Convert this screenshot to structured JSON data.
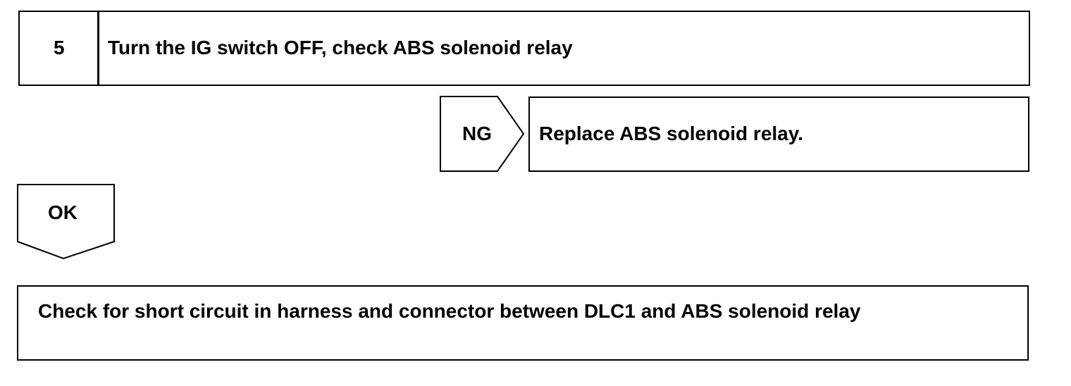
{
  "step": {
    "number": "5",
    "instruction": "Turn the IG switch OFF, check ABS solenoid relay"
  },
  "ng_branch": {
    "label": "NG",
    "action": "Replace ABS solenoid relay."
  },
  "ok_branch": {
    "label": "OK"
  },
  "next_step": {
    "text": "Check for short circuit in harness and connector between DLC1 and ABS solenoid relay"
  }
}
